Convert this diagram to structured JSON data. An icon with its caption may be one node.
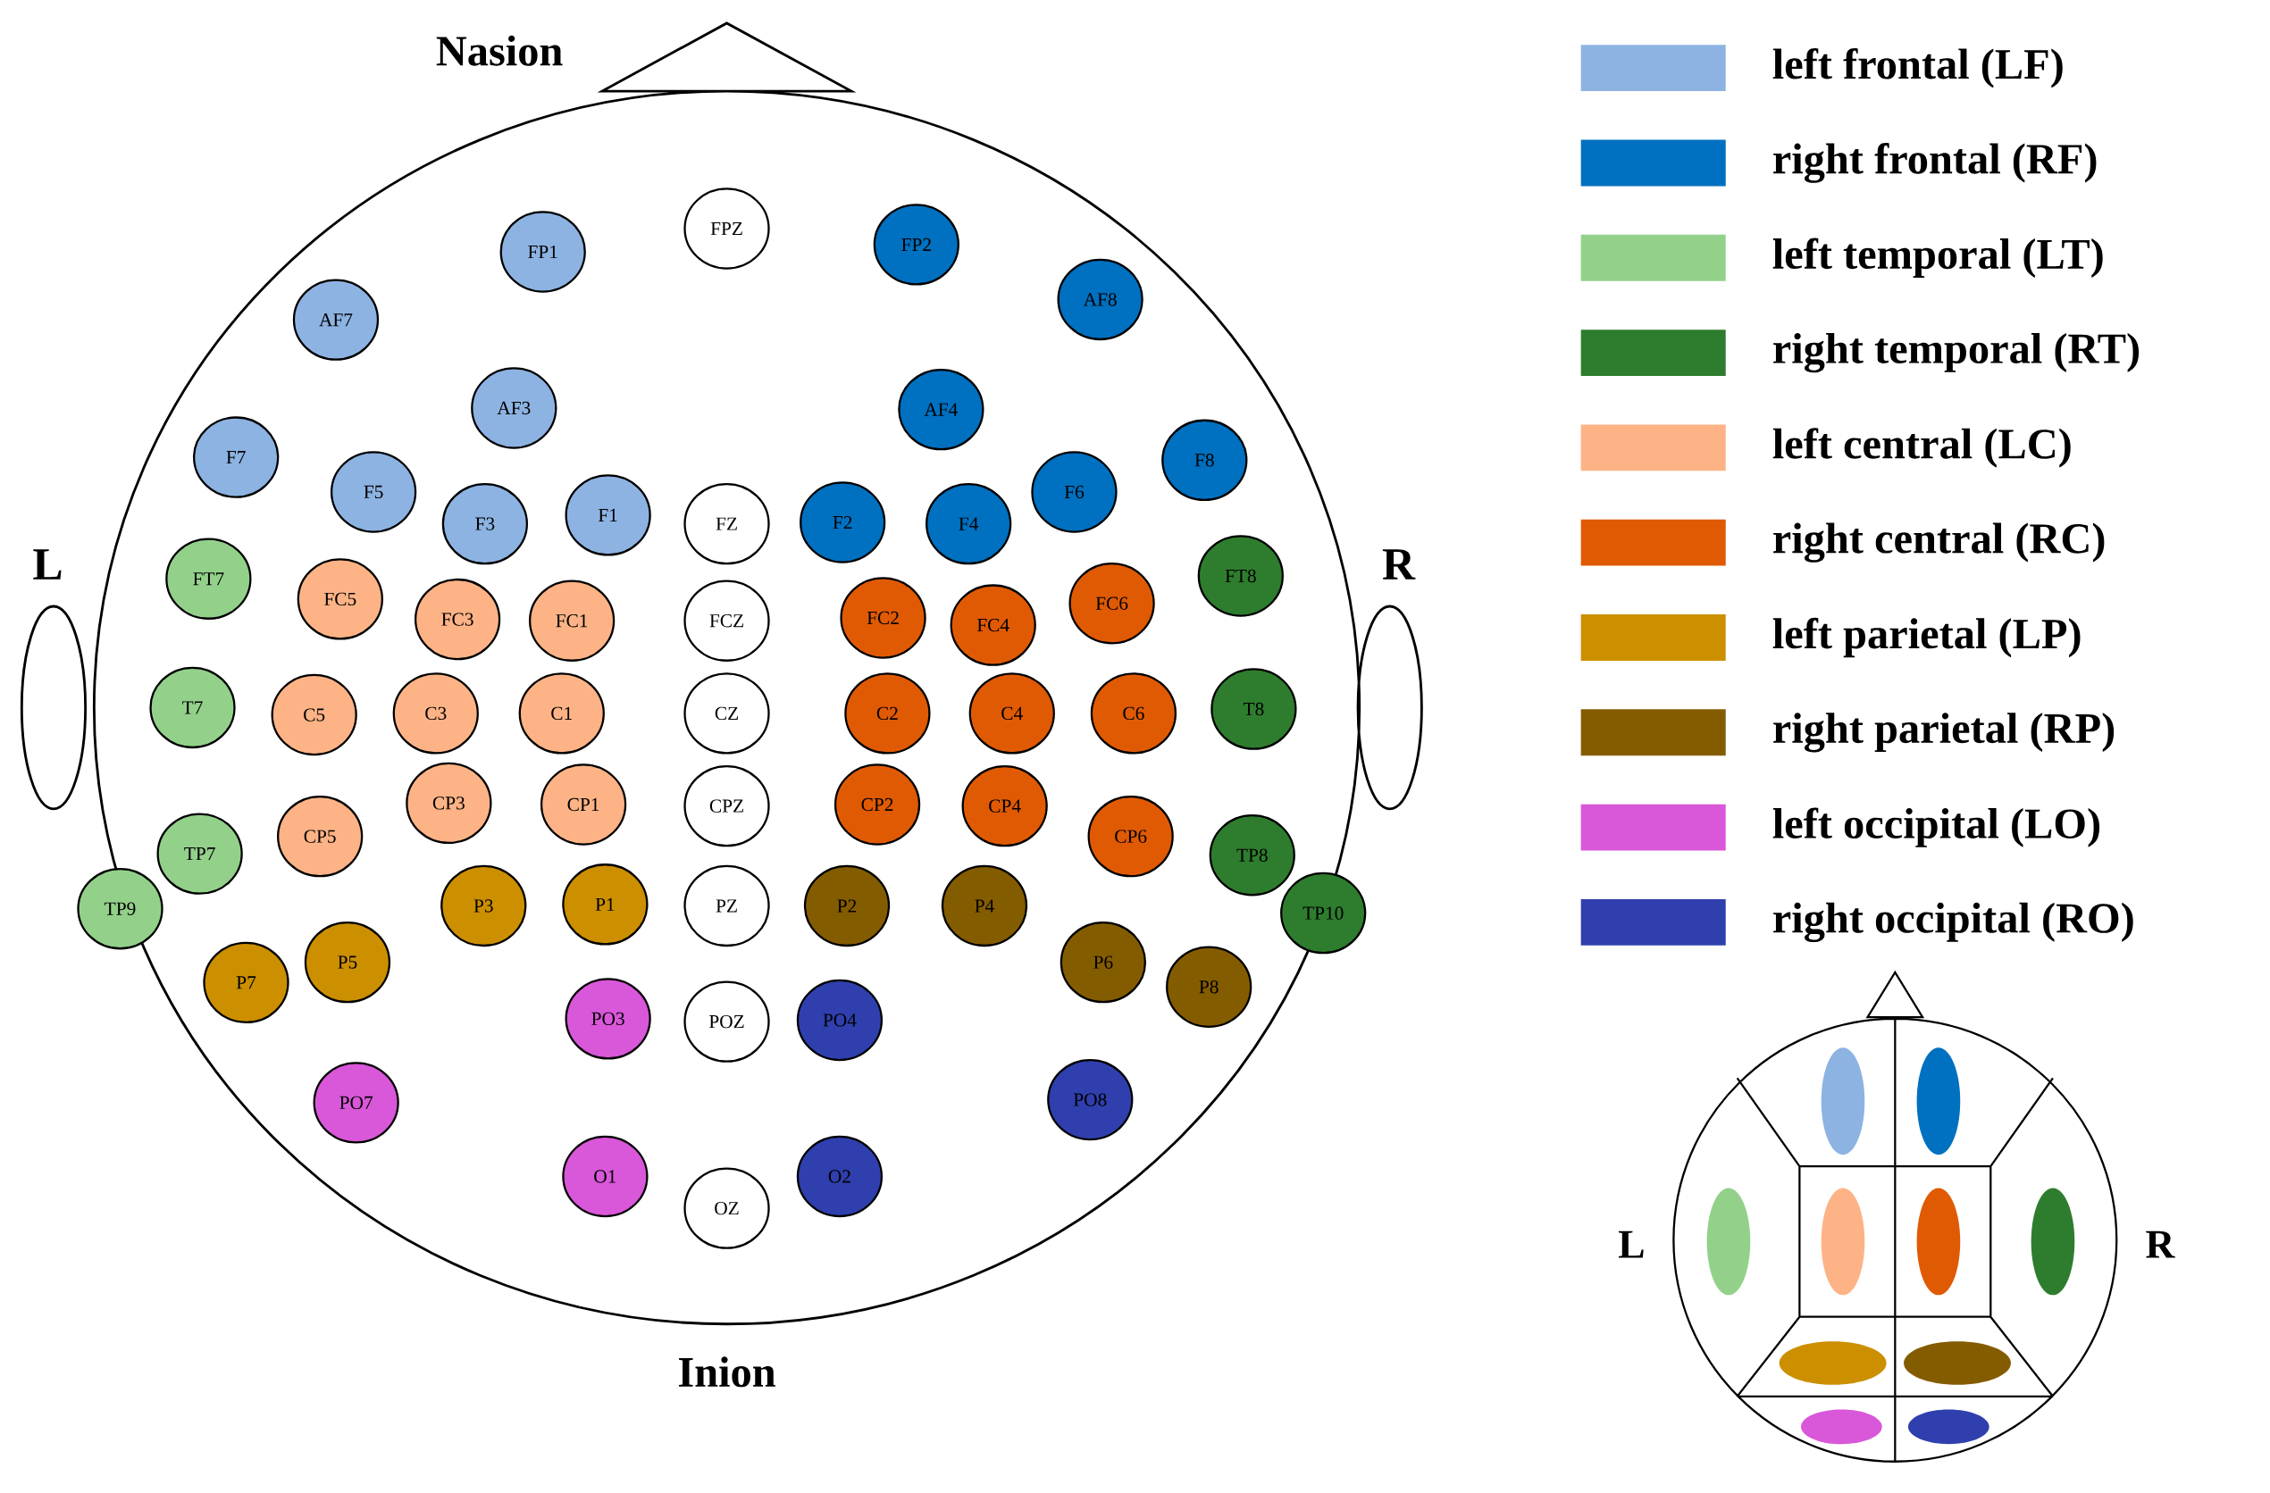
{
  "diagram": {
    "nodes": [
      {
        "text": [
          "FPZ"
        ]
      },
      {
        "text": [
          "FP2"
        ]
      },
      {
        "text": [
          "FP1"
        ]
      },
      {
        "text": [
          "AF8"
        ]
      },
      {
        "text": [
          "AF7"
        ]
      },
      {
        "text": [
          "AF3"
        ]
      },
      {
        "text": [
          "AF4"
        ]
      },
      {
        "text": [
          "F7"
        ]
      },
      {
        "text": [
          "F8"
        ]
      },
      {
        "text": [
          "F5"
        ]
      },
      {
        "text": [
          "F6"
        ]
      },
      {
        "text": [
          "F1"
        ]
      },
      {
        "text": [
          "F2"
        ]
      },
      {
        "text": [
          "F3"
        ]
      },
      {
        "text": [
          "FZ"
        ]
      },
      {
        "text": [
          "F4"
        ]
      },
      {
        "text": [
          "FT8"
        ]
      },
      {
        "text": [
          "FT7"
        ]
      },
      {
        "text": [
          "FC5"
        ]
      },
      {
        "text": [
          "FC6"
        ]
      },
      {
        "text": [
          "FC2"
        ]
      },
      {
        "text": [
          "FC3"
        ]
      },
      {
        "text": [
          "FC1"
        ]
      },
      {
        "text": [
          "FCZ"
        ]
      },
      {
        "text": [
          "FC4"
        ]
      },
      {
        "text": [
          "T7"
        ]
      },
      {
        "text": [
          "T8"
        ]
      },
      {
        "text": [
          "C3"
        ]
      },
      {
        "text": [
          "C1"
        ]
      },
      {
        "text": [
          "CZ"
        ]
      },
      {
        "text": [
          "C2"
        ]
      },
      {
        "text": [
          "C4"
        ]
      },
      {
        "text": [
          "C6"
        ]
      },
      {
        "text": [
          "C5"
        ]
      },
      {
        "text": [
          "CP3"
        ]
      },
      {
        "text": [
          "CP1"
        ]
      },
      {
        "text": [
          "CP2"
        ]
      },
      {
        "text": [
          "CPZ"
        ]
      },
      {
        "text": [
          "CP4"
        ]
      },
      {
        "text": [
          "CP5"
        ]
      },
      {
        "text": [
          "CP6"
        ]
      },
      {
        "text": [
          "TP7"
        ]
      },
      {
        "text": [
          "TP8"
        ]
      },
      {
        "text": [
          "P1"
        ]
      },
      {
        "text": [
          "P3"
        ]
      },
      {
        "text": [
          "PZ"
        ]
      },
      {
        "text": [
          "P2"
        ]
      },
      {
        "text": [
          "P4"
        ]
      },
      {
        "text": [
          "TP9"
        ]
      },
      {
        "text": [
          "TP10"
        ]
      },
      {
        "text": [
          "P5"
        ]
      },
      {
        "text": [
          "P6"
        ]
      },
      {
        "text": [
          "P7"
        ]
      },
      {
        "text": [
          "P8"
        ]
      },
      {
        "text": [
          "PO3"
        ]
      },
      {
        "text": [
          "PO4"
        ]
      },
      {
        "text": [
          "POZ"
        ]
      },
      {
        "text": [
          "PO8"
        ]
      },
      {
        "text": [
          "PO7"
        ]
      },
      {
        "text": [
          "O1"
        ]
      },
      {
        "text": [
          "O2"
        ]
      },
      {
        "text": [
          "OZ"
        ]
      }
    ],
    "labels": [
      "Nasion",
      "L",
      "R",
      "Inion",
      "L",
      "R"
    ],
    "legend": [
      {
        "text": "left frontal (LF)",
        "color": "#8db3e2"
      },
      {
        "text": "right frontal (RF)",
        "color": "#0070c0"
      },
      {
        "text": "left temporal (LT)",
        "color": "#93d18b"
      },
      {
        "text": "right temporal (RT)",
        "color": "#2e7d2e"
      },
      {
        "text": "left central (LC)",
        "color": "#fdb386"
      },
      {
        "text": "right central (RC)",
        "color": "#e05a04"
      },
      {
        "text": "left parietal (LP)",
        "color": "#cc8f00"
      },
      {
        "text": "right parietal (RP)",
        "color": "#845c00"
      },
      {
        "text": "left occipital (LO)",
        "color": "#d957d9"
      },
      {
        "text": "right occipital (RO)",
        "color": "#2f3fad"
      }
    ]
  }
}
